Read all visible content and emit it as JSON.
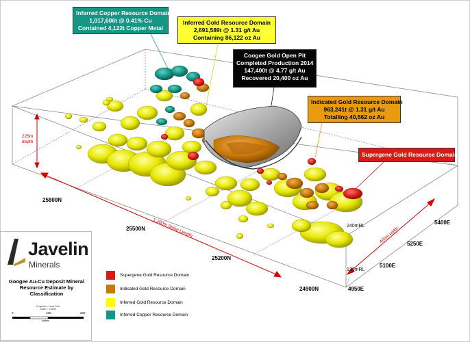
{
  "callouts": {
    "copper": {
      "line1": "Inferred Copper Resource Domain",
      "line2": "1,017,606t @ 0.41% Cu",
      "line3": "Contained 4,122t Copper Metal",
      "color": "#159584"
    },
    "inferred_gold": {
      "line1": "Inferred Gold Resource Domain",
      "line2": "2,691,589t @ 1.31 g/t Au",
      "line3": "Containing 86,122 oz Au",
      "color": "#ffff33"
    },
    "pit": {
      "line1": "Coogee Gold Open Pit",
      "line2": "Completed Production 2014",
      "line3": "147,400t @ 4.77 g/t Au",
      "line4": "Recovered 20,400 oz Au",
      "color": "#050505"
    },
    "indicated_gold": {
      "line1": "Indicated Gold Resource Domain",
      "line2": "963,241t @ 1.31 g/t Au",
      "line3": "Totalling  40,562 oz Au",
      "color": "#e89b10"
    },
    "supergene": {
      "line1": "Supergene Gold Resource Domain",
      "color": "#d81b16"
    }
  },
  "grid_labels": {
    "n25800": "25800N",
    "n25500": "25500N",
    "n25200": "25200N",
    "n24900": "24900N",
    "e5400": "5400E",
    "e5250": "5250E",
    "e5100": "5100E",
    "e4950": "4950E",
    "rl240": "240mRL",
    "rl130": "130mRL"
  },
  "dimensions": {
    "depth_line1": "225m",
    "depth_line2": "depth",
    "strike": "1,200m Strike Length",
    "width": "400m width"
  },
  "brand": {
    "name": "Javelin",
    "sub": "Minerals"
  },
  "map_title": "Googee Au-Cu Deposit Mineral Resource Estimate by Classification",
  "projection": {
    "line1": "Projection: Local Grid",
    "line2": "Scale = 1:8000"
  },
  "scale_bar": {
    "start": "0",
    "mid": "100",
    "end": "200",
    "unit": "metres"
  },
  "legend": [
    {
      "label": "Supergene Gold Resource Domain",
      "color": "#d81b16"
    },
    {
      "label": "Indicated Gold Resource Domain",
      "color": "#c9780a"
    },
    {
      "label": "Inferred Gold Resource Domain",
      "color": "#ffff00"
    },
    {
      "label": "Inferred Copper Resource Domain",
      "color": "#159584"
    }
  ],
  "colors": {
    "inferred_gold": "#e6e600",
    "indicated_gold": "#c9780a",
    "supergene": "#d81b16",
    "copper": "#159584",
    "pit": "#9a9a9a",
    "dimension": "#d00000"
  }
}
